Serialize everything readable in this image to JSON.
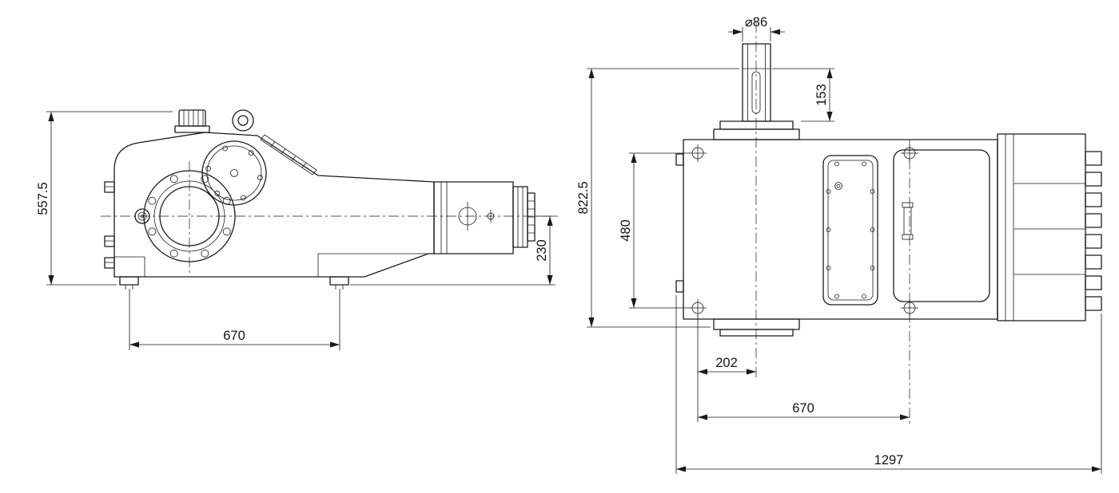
{
  "drawing": {
    "type": "engineering-drawing-two-view",
    "colors": {
      "line": "#1a1a1a",
      "background": "#ffffff"
    },
    "dimensions": {
      "side_overall_height": "557.5",
      "side_foot_spacing": "670",
      "side_centerline_to_base": "230",
      "top_shaft_diameter": "⌀86",
      "top_shaft_extension": "153",
      "top_overall_depth": "822.5",
      "top_mount_hole_spacing_depth": "480",
      "top_shaft_center_offset": "202",
      "top_mount_hole_spacing_length": "670",
      "top_overall_length": "1297"
    }
  }
}
